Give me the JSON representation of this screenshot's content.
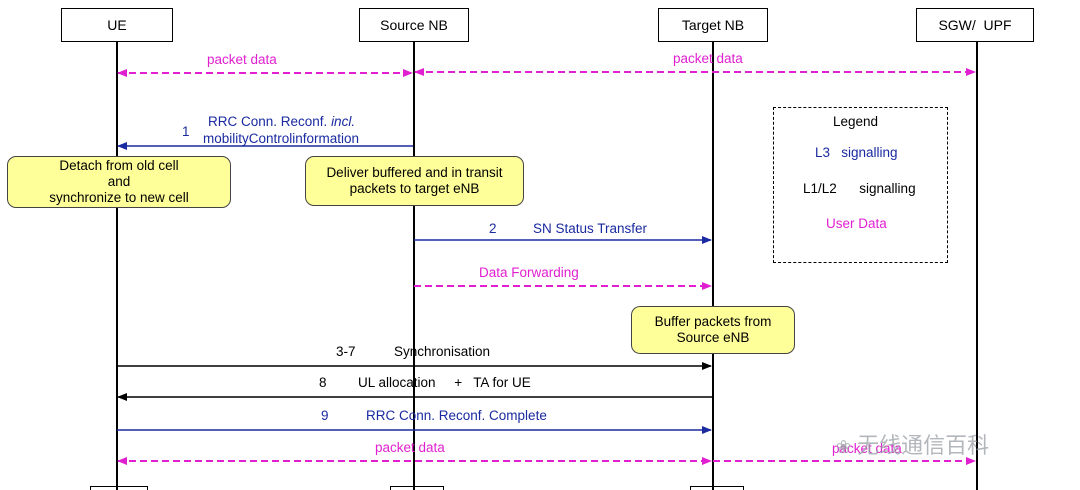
{
  "nodes": {
    "ue": "UE",
    "source": "Source NB",
    "target": "Target NB",
    "sgw": "SGW/  UPF"
  },
  "messages": {
    "packet_data_ue_src": "packet data",
    "packet_data_src_sgw": "packet data",
    "rrc_num": "1",
    "rrc_line1_a": "RRC Conn. Reconf. ",
    "rrc_line1_b": "incl.",
    "rrc_line2": "mobilityControlinformation",
    "sn_num": "2",
    "sn_label": "SN Status Transfer",
    "data_forwarding": "Data Forwarding",
    "sync_num": "3-7",
    "sync_label": "Synchronisation",
    "ul_num": "8",
    "ul_label": "UL allocation     +   TA for UE",
    "complete_num": "9",
    "complete_label": "RRC Conn. Reconf. Complete",
    "packet_data_bottom_1": "packet data",
    "packet_data_bottom_2": "packet data"
  },
  "notes": {
    "detach": [
      "Detach from old cell",
      "and",
      "synchronize to new cell"
    ],
    "deliver": [
      "Deliver buffered and in transit",
      "packets to target eNB"
    ],
    "buffer": [
      "Buffer packets from",
      "Source eNB"
    ]
  },
  "legend": {
    "title": "Legend",
    "l3": "L3   signalling",
    "l1l2": "L1/L2      signalling",
    "user": "User Data"
  },
  "watermark": "无线通信百科",
  "colors": {
    "signalling_l3": "#1a2aa0",
    "signalling_l1l2": "#000000",
    "user_data": "#e020d0",
    "note_fill": "#ffff99"
  }
}
